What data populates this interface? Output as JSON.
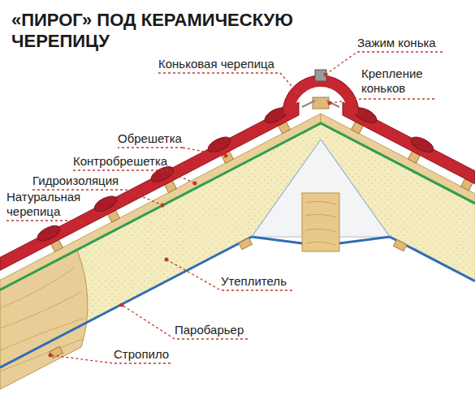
{
  "diagram": {
    "title": "«ПИРОГ» ПОД КЕРАМИЧЕСКУЮ ЧЕРЕПИЦУ",
    "labels": [
      "Коньковая черепица",
      "Зажим конька",
      "Крепление коньков",
      "Обрешетка",
      "Контробрешетка",
      "Гидроизоляция",
      "Натуральная черепица",
      "Утеплитель",
      "Паробарьер",
      "Стропило"
    ]
  }
}
